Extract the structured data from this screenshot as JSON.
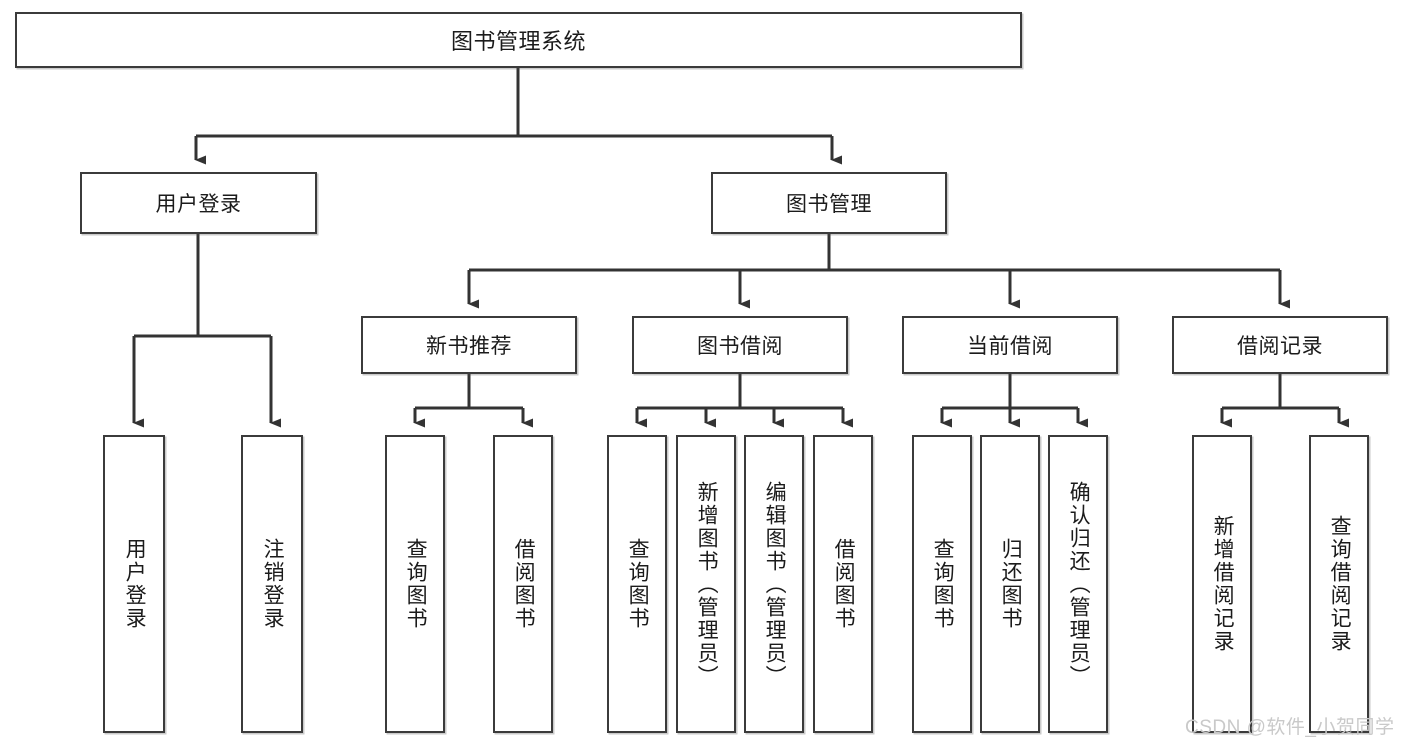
{
  "diagram": {
    "title": "图书管理系统",
    "type": "tree",
    "root": {
      "label": "图书管理系统"
    },
    "level2": [
      {
        "id": "user-login",
        "label": "用户登录"
      },
      {
        "id": "book-manage",
        "label": "图书管理"
      }
    ],
    "level3": [
      {
        "id": "new-book-recommend",
        "label": "新书推荐",
        "parent": "book-manage"
      },
      {
        "id": "book-borrow",
        "label": "图书借阅",
        "parent": "book-manage"
      },
      {
        "id": "current-borrow",
        "label": "当前借阅",
        "parent": "book-manage"
      },
      {
        "id": "borrow-record",
        "label": "借阅记录",
        "parent": "book-manage"
      }
    ],
    "leaves": [
      {
        "id": "leaf-user-login",
        "label": "用户登录",
        "parent": "user-login"
      },
      {
        "id": "leaf-logout",
        "label": "注销登录",
        "parent": "user-login"
      },
      {
        "id": "leaf-query-book-1",
        "label": "查询图书",
        "parent": "new-book-recommend"
      },
      {
        "id": "leaf-borrow-book-1",
        "label": "借阅图书",
        "parent": "new-book-recommend"
      },
      {
        "id": "leaf-query-book-2",
        "label": "查询图书",
        "parent": "book-borrow"
      },
      {
        "id": "leaf-add-book",
        "label": "新增图书（管理员）",
        "parent": "book-borrow"
      },
      {
        "id": "leaf-edit-book",
        "label": "编辑图书（管理员）",
        "parent": "book-borrow"
      },
      {
        "id": "leaf-borrow-book-2",
        "label": "借阅图书",
        "parent": "book-borrow"
      },
      {
        "id": "leaf-query-book-3",
        "label": "查询图书",
        "parent": "current-borrow"
      },
      {
        "id": "leaf-return-book",
        "label": "归还图书",
        "parent": "current-borrow"
      },
      {
        "id": "leaf-confirm-return",
        "label": "确认归还（管理员）",
        "parent": "current-borrow"
      },
      {
        "id": "leaf-add-record",
        "label": "新增借阅记录",
        "parent": "borrow-record"
      },
      {
        "id": "leaf-query-record",
        "label": "查询借阅记录",
        "parent": "borrow-record"
      }
    ],
    "colors": {
      "border": "#3b3b3b",
      "background": "#ffffff",
      "text": "#1b1b1b",
      "watermark": "#c9c9c9"
    }
  },
  "watermark": {
    "text": "CSDN @软件_小贺同学"
  }
}
